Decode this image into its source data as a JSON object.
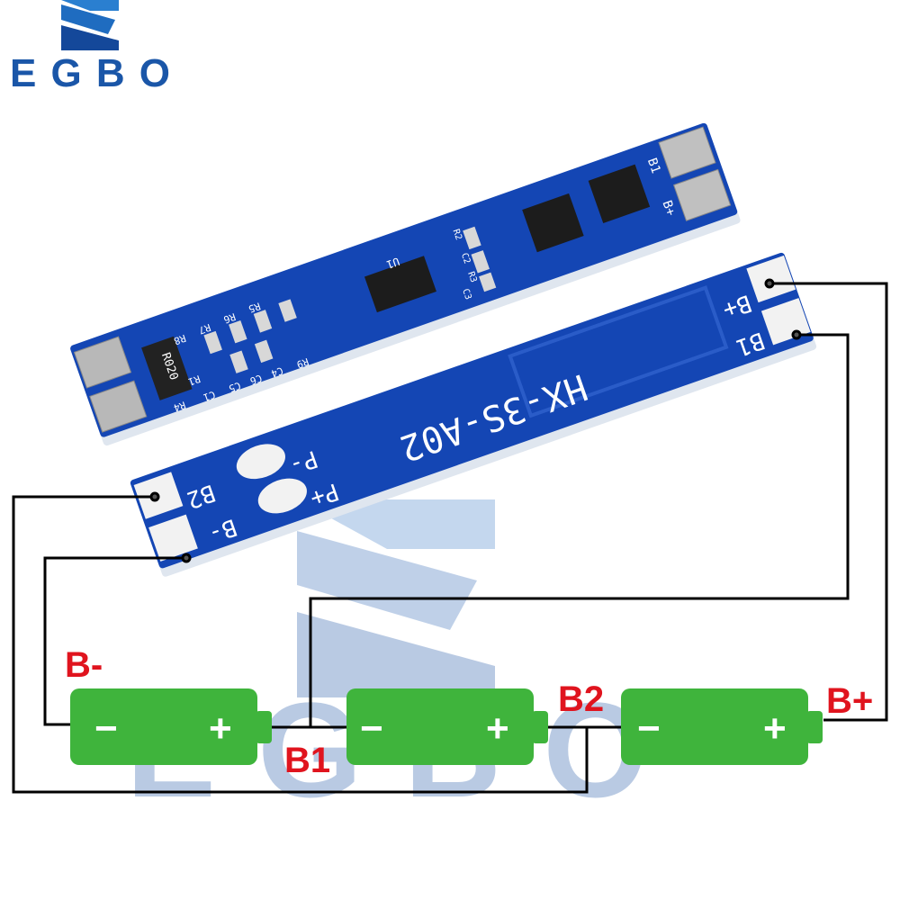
{
  "brand": {
    "logo_text": "EGBO",
    "watermark_text": "EGBO",
    "color": "#1a56a8"
  },
  "board_top": {
    "resistor_label": "R020",
    "ic_label": "U1",
    "component_labels": [
      "R1",
      "R2",
      "R3",
      "R4",
      "R5",
      "R6",
      "R7",
      "R8",
      "R9",
      "C1",
      "C2",
      "C3",
      "C4",
      "C5",
      "C6"
    ],
    "pad_labels": [
      "B1",
      "B+"
    ]
  },
  "board_bottom": {
    "model": "HX-3S-A02",
    "pad_labels": {
      "b_plus": "B+",
      "b1": "B1",
      "b2": "B2",
      "b_minus": "B-",
      "p_minus": "P-",
      "p_plus": "P+"
    }
  },
  "batteries": [
    {
      "minus": "−",
      "plus": "+"
    },
    {
      "minus": "−",
      "plus": "+"
    },
    {
      "minus": "−",
      "plus": "+"
    }
  ],
  "wiring_labels": {
    "b_minus": "B-",
    "b1": "B1",
    "b2": "B2",
    "b_plus": "B+"
  },
  "colors": {
    "pcb": "#1446b4",
    "battery": "#3fb43c",
    "label_red": "#e0141e",
    "wire": "#000000"
  }
}
